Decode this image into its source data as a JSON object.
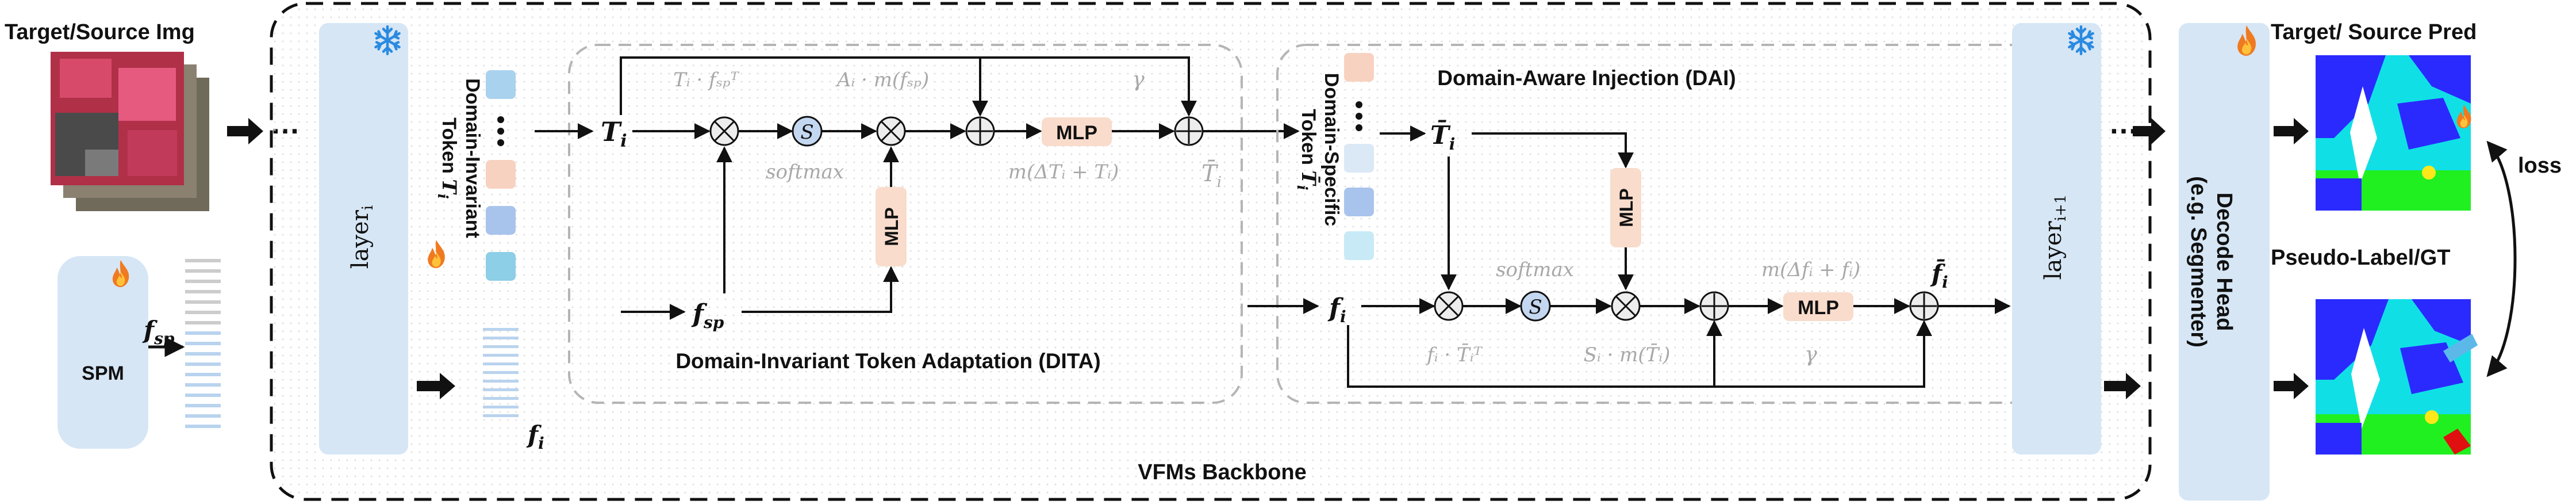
{
  "inputs": {
    "title": "Target/Source Img",
    "spm_label": "SPM",
    "f_sp_symbol": "f",
    "f_sp_sub": "sp"
  },
  "backbone": {
    "title": "VFMs Backbone",
    "layer_i_label": "layer",
    "layer_i_sub": "i",
    "layer_next_label": "layer",
    "layer_next_sub": "i+1",
    "ellipsis": "…",
    "f_i_symbol": "f",
    "f_i_sub": "i"
  },
  "invariant_token": {
    "label_line1": "Domain-Invariant",
    "label_line2": "Token ",
    "symbol": "T",
    "sub": "i"
  },
  "specific_token": {
    "label_line1": "Domain-Specific",
    "label_line2": "Token ",
    "symbol": "T̄",
    "sub": "i"
  },
  "dita": {
    "title": "Domain-Invariant Token Adaptation (DITA)",
    "input_T": "T",
    "input_T_sub": "i",
    "input_fsp": "f",
    "input_fsp_sub": "sp",
    "expr_product": "Tᵢ · fₛₚᵀ",
    "expr_attn": "Aᵢ · m(fₛₚ)",
    "softmax": "softmax",
    "gamma": "γ",
    "expr_residual": "m(ΔTᵢ + Tᵢ)",
    "mlp_main": "MLP",
    "mlp_side": "MLP",
    "output_T": "T̄",
    "output_T_sub": "i"
  },
  "dai": {
    "title": "Domain-Aware Injection (DAI)",
    "input_T": "T̄",
    "input_T_sub": "i",
    "input_f": "f",
    "input_f_sub": "i",
    "mlp_top": "MLP",
    "mlp_main": "MLP",
    "softmax": "softmax",
    "expr_product": "fᵢ · T̄ᵢᵀ",
    "expr_attn": "Sᵢ · m(T̄ᵢ)",
    "expr_residual": "m(Δfᵢ + fᵢ)",
    "gamma": "γ",
    "output_f": "f̄",
    "output_f_sub": "i"
  },
  "decode_head": {
    "line1": "Decode Head",
    "line2": "(e.g. Segmenter)"
  },
  "outputs": {
    "pred_title": "Target/ Source Pred",
    "gt_title": "Pseudo-Label/GT",
    "loss_label": "loss"
  },
  "softmax_symbol": "S",
  "colors": {
    "blue_box": "#d6e6f5",
    "blue_dark": "#b9d3ee",
    "token_blue": "#a9d2ee",
    "token_cyan": "#8ccfe6",
    "token_peach": "#f8d2c0",
    "mlp_fill": "#f9dccc",
    "softmax_fill": "#c4d7f0",
    "dashed_grey": "#b5b5b5",
    "seg_blue": "#2a2aff",
    "seg_cyan": "#10e0e6",
    "seg_green": "#20f020",
    "seg_yellow": "#ffe81a",
    "seg_white": "#ffffff",
    "flame_orange": "#f07a1f",
    "snow_blue": "#2a8ae0"
  },
  "icons": {
    "frozen": "snowflake-icon",
    "trainable": "flame-icon"
  }
}
